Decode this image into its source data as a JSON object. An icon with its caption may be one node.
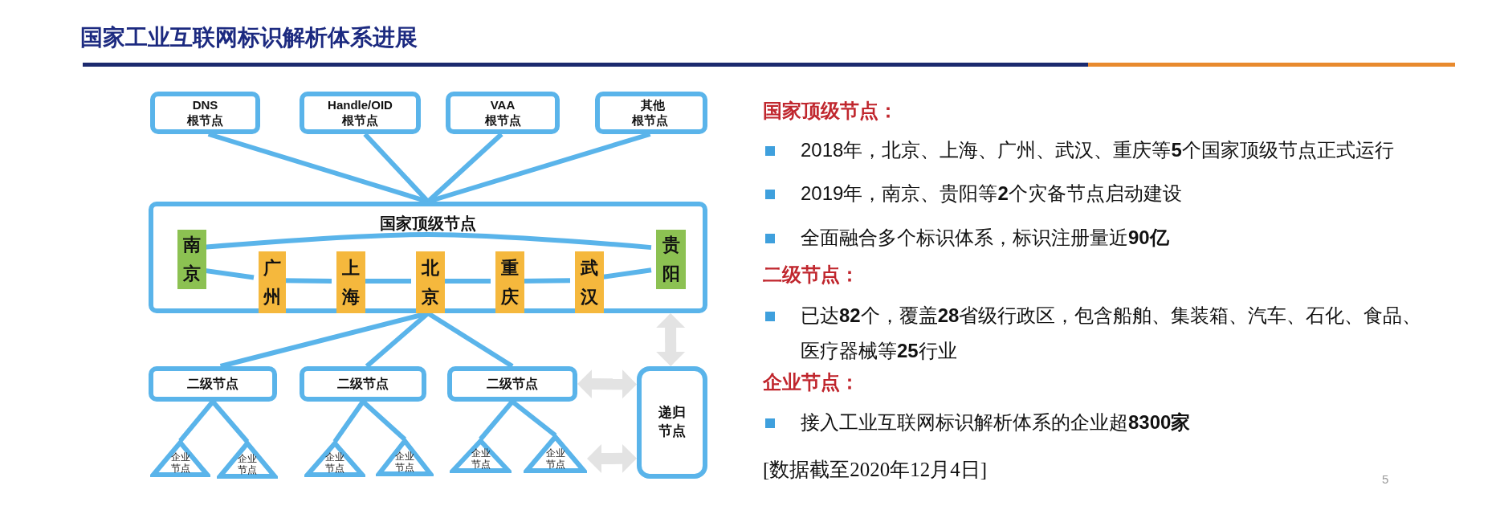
{
  "diagram": {
    "title": "国家工业互联网标识解析体系进展",
    "nodes": [
      {
        "text": [
          "DNS 根节点"
        ]
      },
      {
        "text": [
          "Handle/OID 根节点"
        ]
      },
      {
        "text": [
          "VAA 根节点"
        ]
      },
      {
        "text": [
          "其他根节点"
        ]
      },
      {
        "text": [
          "国家顶级节点"
        ]
      },
      {
        "text": [
          "南京"
        ],
        "in": 4
      },
      {
        "text": [
          "广州"
        ],
        "in": 4
      },
      {
        "text": [
          "上海"
        ],
        "in": 4
      },
      {
        "text": [
          "北京"
        ],
        "in": 4
      },
      {
        "text": [
          "重庆"
        ],
        "in": 4
      },
      {
        "text": [
          "武汉"
        ],
        "in": 4
      },
      {
        "text": [
          "贵阳"
        ],
        "in": 4
      },
      {
        "text": [
          "二级节点"
        ]
      },
      {
        "text": [
          "二级节点"
        ]
      },
      {
        "text": [
          "二级节点"
        ]
      },
      {
        "text": [
          "递归节点"
        ]
      },
      {
        "text": [
          "企业节点"
        ]
      },
      {
        "text": [
          "企业节点"
        ]
      },
      {
        "text": [
          "企业节点"
        ]
      },
      {
        "text": [
          "企业节点"
        ]
      },
      {
        "text": [
          "企业节点"
        ]
      },
      {
        "text": [
          "企业节点"
        ]
      }
    ],
    "edges": [
      {
        "from": 0,
        "to": 4,
        "arrow": "none"
      },
      {
        "from": 1,
        "to": 4,
        "arrow": "none"
      },
      {
        "from": 2,
        "to": 4,
        "arrow": "none"
      },
      {
        "from": 3,
        "to": 4,
        "arrow": "none"
      },
      {
        "from": 5,
        "to": 11,
        "arrow": "none"
      },
      {
        "from": 5,
        "to": 6,
        "arrow": "none"
      },
      {
        "from": 6,
        "to": 7,
        "arrow": "none"
      },
      {
        "from": 7,
        "to": 8,
        "arrow": "none"
      },
      {
        "from": 8,
        "to": 9,
        "arrow": "none"
      },
      {
        "from": 9,
        "to": 10,
        "arrow": "none"
      },
      {
        "from": 10,
        "to": 11,
        "arrow": "none"
      },
      {
        "from": 4,
        "to": 12,
        "arrow": "none"
      },
      {
        "from": 4,
        "to": 13,
        "arrow": "none"
      },
      {
        "from": 4,
        "to": 14,
        "arrow": "none"
      },
      {
        "from": 12,
        "to": 16,
        "arrow": "none"
      },
      {
        "from": 12,
        "to": 17,
        "arrow": "none"
      },
      {
        "from": 13,
        "to": 18,
        "arrow": "none"
      },
      {
        "from": 13,
        "to": 19,
        "arrow": "none"
      },
      {
        "from": 14,
        "to": 20,
        "arrow": "none"
      },
      {
        "from": 14,
        "to": 21,
        "arrow": "none"
      },
      {
        "from": 4,
        "to": 15,
        "arrow": "both",
        "style": "thick",
        "color": "#e3e3e3"
      },
      {
        "from": 14,
        "to": 15,
        "arrow": "both",
        "style": "thick",
        "color": "#e3e3e3"
      },
      {
        "from": 21,
        "to": 15,
        "arrow": "both",
        "style": "thick",
        "color": "#e3e3e3"
      }
    ],
    "labels": [
      "国家顶级节点：",
      "2018年，北京、上海、广州、武汉、重庆等**5**个国家顶级节点正式运行",
      "2019年，南京、贵阳等**2**个灾备节点启动建设",
      "全面融合多个标识体系，标识注册量近**90亿**",
      "二级节点：",
      "已达**82**个，覆盖**28**省级行政区，包含船舶、集装箱、汽车、石化、食品、医疗器械等**25**行业",
      "企业节点：",
      "接入工业互联网标识解析体系的企业超**8300家**",
      "[数据截至2020年12月4日]",
      "5"
    ]
  }
}
